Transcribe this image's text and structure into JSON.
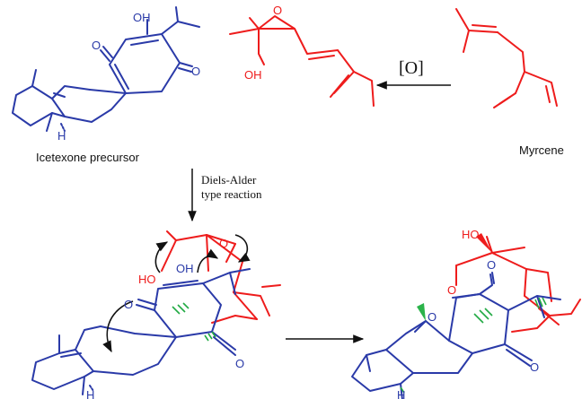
{
  "labels": {
    "icetexone_precursor": "Icetexone precursor",
    "myrcene": "Myrcene",
    "oxidation": "[O]",
    "reaction_line1": "Diels-Alder",
    "reaction_line2": "type reaction"
  },
  "atoms": {
    "oh": "OH",
    "o": "O",
    "h": "H",
    "ho": "HO"
  },
  "colors": {
    "precursor": "#2a3aa8",
    "terpene": "#ee1c1c",
    "arrow": "#111111",
    "wedge": "#2bb34a",
    "hash_wedge": "#22aa44"
  }
}
